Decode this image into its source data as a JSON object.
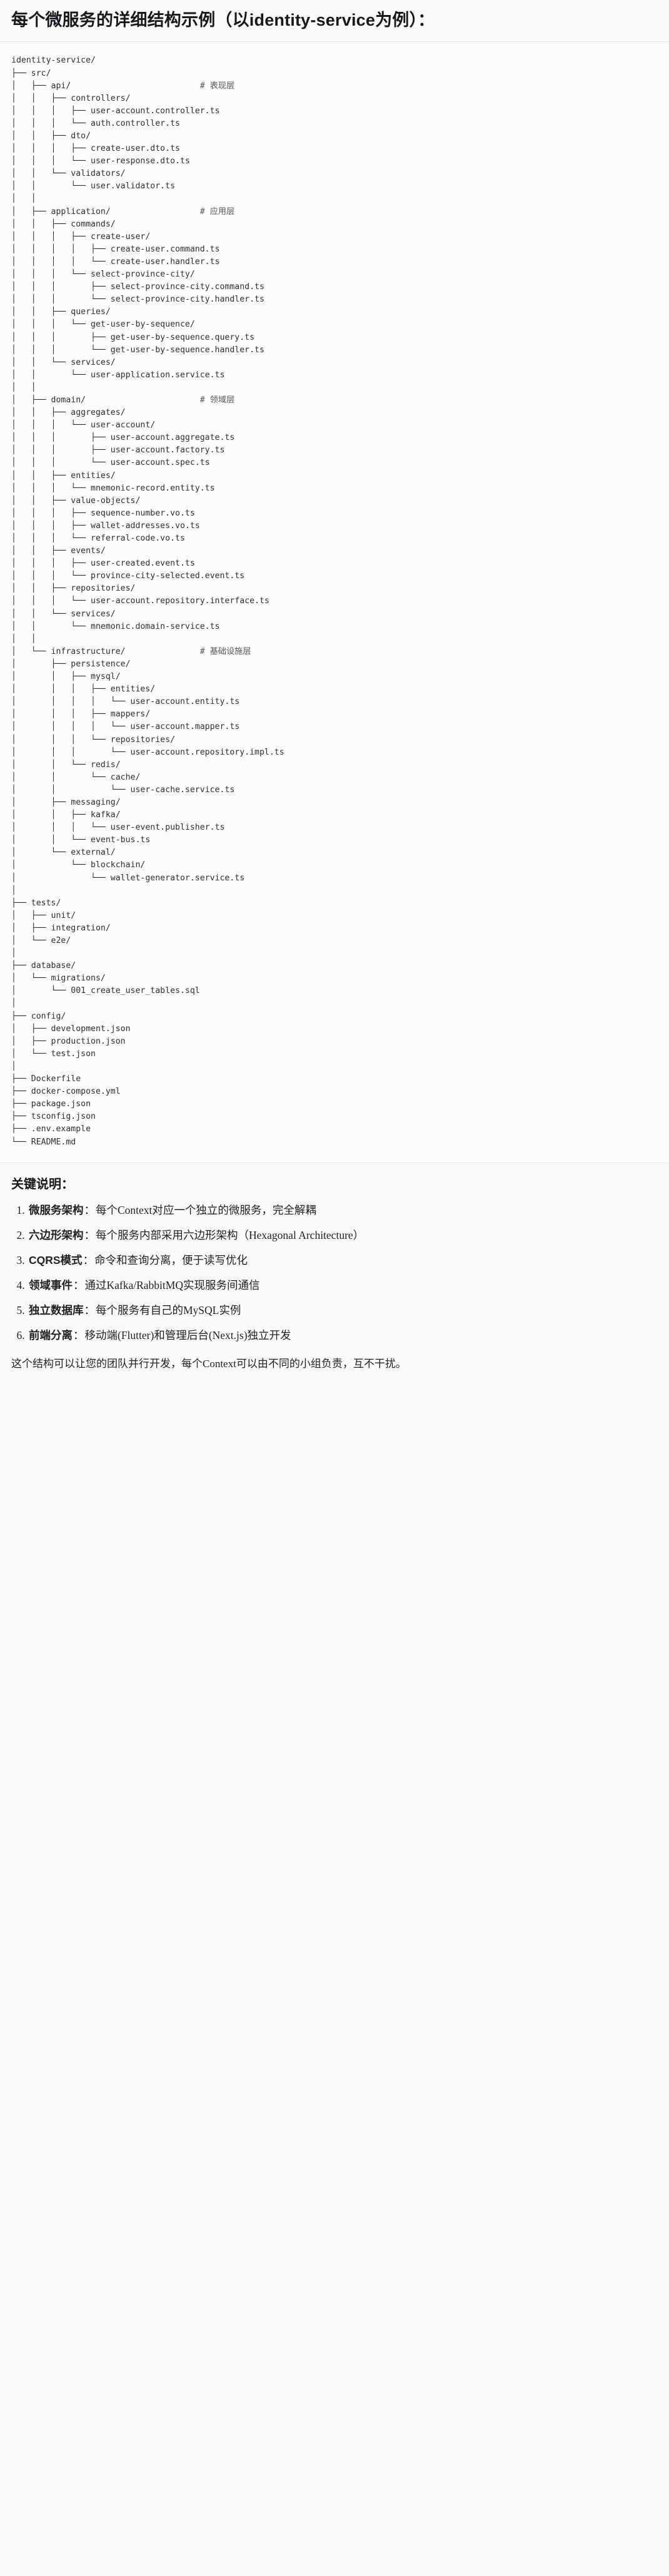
{
  "heading": "每个微服务的详细结构示例（以identity-service为例）：",
  "code_block": {
    "language": "text",
    "lines": [
      {
        "text": "identity-service/",
        "comment": ""
      },
      {
        "text": "├── src/",
        "comment": ""
      },
      {
        "text": "│   ├── api/",
        "comment": "# 表现层"
      },
      {
        "text": "│   │   ├── controllers/",
        "comment": ""
      },
      {
        "text": "│   │   │   ├── user-account.controller.ts",
        "comment": ""
      },
      {
        "text": "│   │   │   └── auth.controller.ts",
        "comment": ""
      },
      {
        "text": "│   │   ├── dto/",
        "comment": ""
      },
      {
        "text": "│   │   │   ├── create-user.dto.ts",
        "comment": ""
      },
      {
        "text": "│   │   │   └── user-response.dto.ts",
        "comment": ""
      },
      {
        "text": "│   │   └── validators/",
        "comment": ""
      },
      {
        "text": "│   │       └── user.validator.ts",
        "comment": ""
      },
      {
        "text": "│   │",
        "comment": ""
      },
      {
        "text": "│   ├── application/",
        "comment": "# 应用层"
      },
      {
        "text": "│   │   ├── commands/",
        "comment": ""
      },
      {
        "text": "│   │   │   ├── create-user/",
        "comment": ""
      },
      {
        "text": "│   │   │   │   ├── create-user.command.ts",
        "comment": ""
      },
      {
        "text": "│   │   │   │   └── create-user.handler.ts",
        "comment": ""
      },
      {
        "text": "│   │   │   └── select-province-city/",
        "comment": ""
      },
      {
        "text": "│   │   │       ├── select-province-city.command.ts",
        "comment": ""
      },
      {
        "text": "│   │   │       └── select-province-city.handler.ts",
        "comment": ""
      },
      {
        "text": "│   │   ├── queries/",
        "comment": ""
      },
      {
        "text": "│   │   │   └── get-user-by-sequence/",
        "comment": ""
      },
      {
        "text": "│   │   │       ├── get-user-by-sequence.query.ts",
        "comment": ""
      },
      {
        "text": "│   │   │       └── get-user-by-sequence.handler.ts",
        "comment": ""
      },
      {
        "text": "│   │   └── services/",
        "comment": ""
      },
      {
        "text": "│   │       └── user-application.service.ts",
        "comment": ""
      },
      {
        "text": "│   │",
        "comment": ""
      },
      {
        "text": "│   ├── domain/",
        "comment": "# 领域层"
      },
      {
        "text": "│   │   ├── aggregates/",
        "comment": ""
      },
      {
        "text": "│   │   │   └── user-account/",
        "comment": ""
      },
      {
        "text": "│   │   │       ├── user-account.aggregate.ts",
        "comment": ""
      },
      {
        "text": "│   │   │       ├── user-account.factory.ts",
        "comment": ""
      },
      {
        "text": "│   │   │       └── user-account.spec.ts",
        "comment": ""
      },
      {
        "text": "│   │   ├── entities/",
        "comment": ""
      },
      {
        "text": "│   │   │   └── mnemonic-record.entity.ts",
        "comment": ""
      },
      {
        "text": "│   │   ├── value-objects/",
        "comment": ""
      },
      {
        "text": "│   │   │   ├── sequence-number.vo.ts",
        "comment": ""
      },
      {
        "text": "│   │   │   ├── wallet-addresses.vo.ts",
        "comment": ""
      },
      {
        "text": "│   │   │   └── referral-code.vo.ts",
        "comment": ""
      },
      {
        "text": "│   │   ├── events/",
        "comment": ""
      },
      {
        "text": "│   │   │   ├── user-created.event.ts",
        "comment": ""
      },
      {
        "text": "│   │   │   └── province-city-selected.event.ts",
        "comment": ""
      },
      {
        "text": "│   │   ├── repositories/",
        "comment": ""
      },
      {
        "text": "│   │   │   └── user-account.repository.interface.ts",
        "comment": ""
      },
      {
        "text": "│   │   └── services/",
        "comment": ""
      },
      {
        "text": "│   │       └── mnemonic.domain-service.ts",
        "comment": ""
      },
      {
        "text": "│   │",
        "comment": ""
      },
      {
        "text": "│   └── infrastructure/",
        "comment": "# 基础设施层"
      },
      {
        "text": "│       ├── persistence/",
        "comment": ""
      },
      {
        "text": "│       │   ├── mysql/",
        "comment": ""
      },
      {
        "text": "│       │   │   ├── entities/",
        "comment": ""
      },
      {
        "text": "│       │   │   │   └── user-account.entity.ts",
        "comment": ""
      },
      {
        "text": "│       │   │   ├── mappers/",
        "comment": ""
      },
      {
        "text": "│       │   │   │   └── user-account.mapper.ts",
        "comment": ""
      },
      {
        "text": "│       │   │   └── repositories/",
        "comment": ""
      },
      {
        "text": "│       │   │       └── user-account.repository.impl.ts",
        "comment": ""
      },
      {
        "text": "│       │   └── redis/",
        "comment": ""
      },
      {
        "text": "│       │       └── cache/",
        "comment": ""
      },
      {
        "text": "│       │           └── user-cache.service.ts",
        "comment": ""
      },
      {
        "text": "│       ├── messaging/",
        "comment": ""
      },
      {
        "text": "│       │   ├── kafka/",
        "comment": ""
      },
      {
        "text": "│       │   │   └── user-event.publisher.ts",
        "comment": ""
      },
      {
        "text": "│       │   └── event-bus.ts",
        "comment": ""
      },
      {
        "text": "│       └── external/",
        "comment": ""
      },
      {
        "text": "│           └── blockchain/",
        "comment": ""
      },
      {
        "text": "│               └── wallet-generator.service.ts",
        "comment": ""
      },
      {
        "text": "│",
        "comment": ""
      },
      {
        "text": "├── tests/",
        "comment": ""
      },
      {
        "text": "│   ├── unit/",
        "comment": ""
      },
      {
        "text": "│   ├── integration/",
        "comment": ""
      },
      {
        "text": "│   └── e2e/",
        "comment": ""
      },
      {
        "text": "│",
        "comment": ""
      },
      {
        "text": "├── database/",
        "comment": ""
      },
      {
        "text": "│   └── migrations/",
        "comment": ""
      },
      {
        "text": "│       └── 001_create_user_tables.sql",
        "comment": ""
      },
      {
        "text": "│",
        "comment": ""
      },
      {
        "text": "├── config/",
        "comment": ""
      },
      {
        "text": "│   ├── development.json",
        "comment": ""
      },
      {
        "text": "│   ├── production.json",
        "comment": ""
      },
      {
        "text": "│   └── test.json",
        "comment": ""
      },
      {
        "text": "│",
        "comment": ""
      },
      {
        "text": "├── Dockerfile",
        "comment": ""
      },
      {
        "text": "├── docker-compose.yml",
        "comment": ""
      },
      {
        "text": "├── package.json",
        "comment": ""
      },
      {
        "text": "├── tsconfig.json",
        "comment": ""
      },
      {
        "text": "├── .env.example",
        "comment": ""
      },
      {
        "text": "└── README.md",
        "comment": ""
      }
    ]
  },
  "keypoints": {
    "title": "关键说明：",
    "items": [
      {
        "term": "微服务架构",
        "sep": "：",
        "desc": "每个Context对应一个独立的微服务，完全解耦"
      },
      {
        "term": "六边形架构",
        "sep": "：",
        "desc": "每个服务内部采用六边形架构（Hexagonal Architecture）"
      },
      {
        "term": "CQRS模式",
        "sep": "：",
        "desc": "命令和查询分离，便于读写优化"
      },
      {
        "term": "领域事件",
        "sep": "：",
        "desc": "通过Kafka/RabbitMQ实现服务间通信"
      },
      {
        "term": "独立数据库",
        "sep": "：",
        "desc": "每个服务有自己的MySQL实例"
      },
      {
        "term": "前端分离",
        "sep": "：",
        "desc": "移动端(Flutter)和管理后台(Next.js)独立开发"
      }
    ],
    "closing": "这个结构可以让您的团队并行开发，每个Context可以由不同的小组负责，互不干扰。"
  },
  "colors": {
    "page_bg": "#fbfaf9",
    "code_bg": "#fdfcfb",
    "text": "#1f2023",
    "comment_text": "#55585c",
    "divider": "#e7e4e0"
  }
}
